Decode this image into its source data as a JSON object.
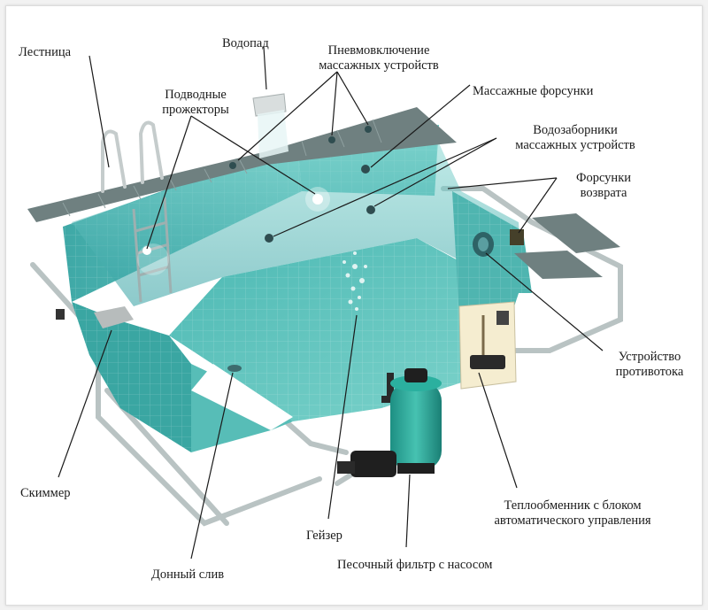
{
  "labels": {
    "ladder": "Лестница",
    "waterfall": "Водопад",
    "pneumatic_1": "Пневмовключение",
    "pneumatic_2": "массажных устройств",
    "underwater_lights_1": "Подводные",
    "underwater_lights_2": "прожекторы",
    "massage_nozzles": "Массажные форсунки",
    "water_intakes_1": "Водозаборники",
    "water_intakes_2": "массажных устройств",
    "return_nozzles_1": "Форсунки",
    "return_nozzles_2": "возврата",
    "counterflow_1": "Устройство",
    "counterflow_2": "противотока",
    "heat_exchanger_1": "Теплообменник с блоком",
    "heat_exchanger_2": "автоматического управления",
    "skimmer": "Скиммер",
    "geyser": "Гейзер",
    "bottom_drain": "Донный слив",
    "sand_filter": "Песочный фильтр с насосом"
  },
  "colors": {
    "water_dark": "#1f8a8f",
    "water_light": "#7fd4d0",
    "tile_wall": "#5cbdb9",
    "coping": "#6b7a7a",
    "pipe": "#c8d0d0",
    "filter_tank": "#2aa89a"
  }
}
